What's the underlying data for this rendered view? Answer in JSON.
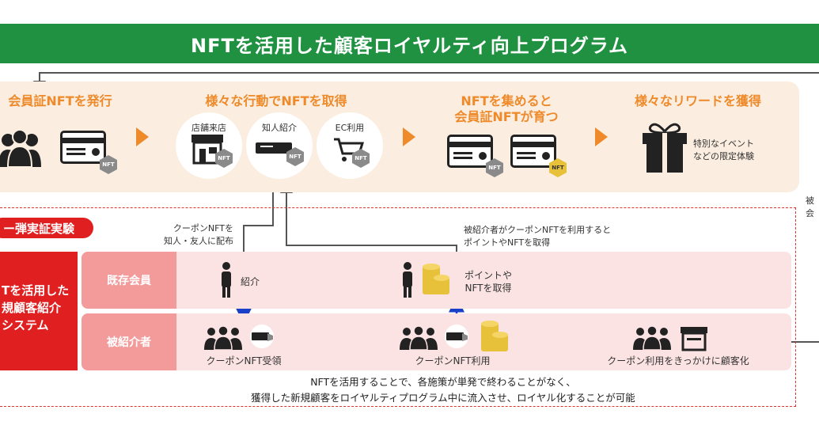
{
  "banner": {
    "title": "NFTを活用した顧客ロイヤルティ向上プログラム"
  },
  "steps": {
    "issue": {
      "title": "会員証NFTを発行"
    },
    "acquire": {
      "title": "様々な行動でNFTを取得",
      "items": [
        {
          "label": "店舗来店"
        },
        {
          "label": "知人紹介"
        },
        {
          "label": "EC利用"
        }
      ]
    },
    "grow": {
      "title_line1": "NFTを集めると",
      "title_line2": "会員証NFTが育つ"
    },
    "reward": {
      "title": "様々なリワードを獲得",
      "desc_line1": "特別なイベント",
      "desc_line2": "などの限定体験"
    }
  },
  "nft_badge": "NFT",
  "right_cut": {
    "line1": "被",
    "line2": "会"
  },
  "pilot": {
    "badge": "ー弾実証実験",
    "system_line1": "Tを活用した",
    "system_line2": "規顧客紹介",
    "system_line3": "システム"
  },
  "flow": {
    "distribute_line1": "クーポンNFTを",
    "distribute_line2": "知人・友人に配布",
    "referee_use_line1": "被紹介者がクーポンNFTを利用すると",
    "referee_use_line2": "ポイントやNFTを取得",
    "row_existing": "既存会員",
    "row_referee": "被紹介者",
    "introduce": "紹介",
    "get_points_line1": "ポイントや",
    "get_points_line2": "NFTを取得",
    "receive": "クーポンNFT受領",
    "use": "クーポンNFT利用",
    "convert": "クーポン利用をきっかけに顧客化"
  },
  "summary": {
    "line1": "NFTを活用することで、各施策が単発で終わることがなく、",
    "line2": "獲得した新規顧客をロイヤルティプログラム中に流入させ、ロイヤル化することが可能"
  },
  "colors": {
    "green": "#1f9140",
    "orange": "#ee8a2a",
    "red": "#e02020",
    "pink": "#fce3e3",
    "blue": "#1a3fc9"
  }
}
